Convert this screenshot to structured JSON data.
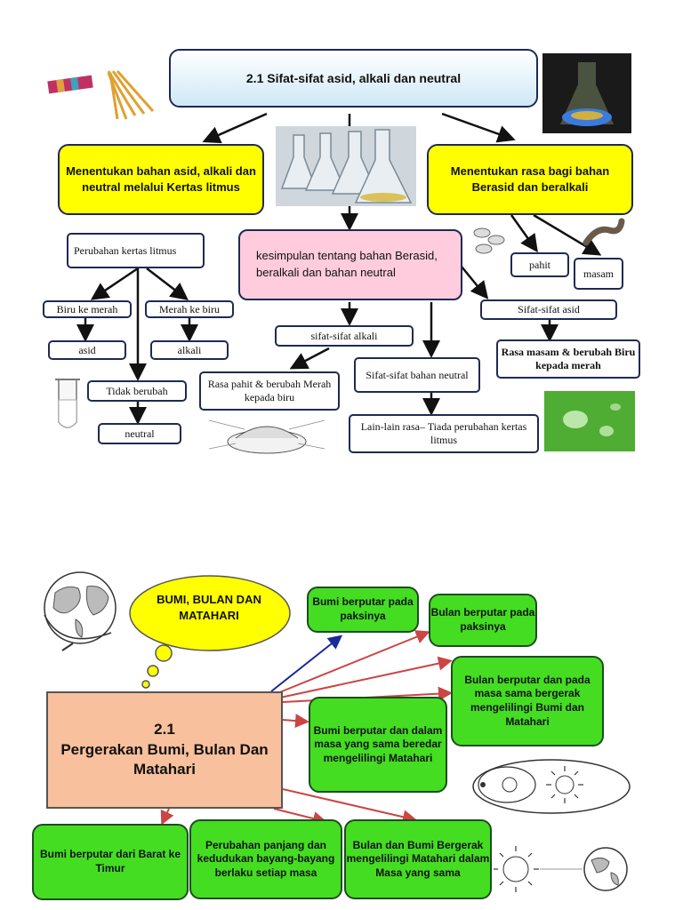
{
  "diagram1": {
    "title": "2.1 Sifat-sifat asid, alkali dan neutral",
    "left_branch": "Menentukan bahan asid, alkali dan neutral melalui Kertas litmus",
    "right_branch": "Menentukan rasa bagi bahan Berasid dan beralkali",
    "conclusion": "kesimpulan tentang bahan Berasid, beralkali dan bahan neutral",
    "litmus_change": "Perubahan kertas litmus",
    "blue_to_red": "Biru ke merah",
    "red_to_blue": "Merah ke biru",
    "acid": "asid",
    "alkali": "alkali",
    "no_change": "Tidak berubah",
    "neutral": "neutral",
    "bitter": "pahit",
    "sour": "masam",
    "acid_props": "Sifat-sifat asid",
    "acid_props_desc": "Rasa masam & berubah Biru kepada merah",
    "alkali_props": "sifat-sifat alkali",
    "alkali_props_desc": "Rasa pahit & berubah Merah kepada biru",
    "neutral_props": "Sifat-sifat bahan neutral",
    "neutral_props_desc": "Lain-lain rasa– Tiada perubahan kertas litmus"
  },
  "diagram2": {
    "cloud_title": "BUMI, BULAN DAN MATAHARI",
    "center_number": "2.1",
    "center_title": "Pergerakan Bumi, Bulan Dan Matahari",
    "box1": "Bumi berputar pada paksinya",
    "box2": "Bulan berputar pada paksinya",
    "box3": "Bulan berputar dan pada masa sama bergerak mengelilingi Bumi dan Matahari",
    "box4": "Bumi berputar dan dalam masa yang sama beredar mengelilingi Matahari",
    "box5": "Bumi berputar dari Barat ke Timur",
    "box6": "Perubahan panjang dan kedudukan bayang-bayang berlaku setiap masa",
    "box7": "Bulan dan Bumi Bergerak mengelilingi Matahari dalam Masa yang sama"
  },
  "colors": {
    "navy": "#1f2a52",
    "yellow": "#ffff00",
    "pink": "#ffccdd",
    "green": "#44dd22",
    "orange": "#f8c09c",
    "arrow_red": "#cc4444",
    "arrow_blue": "#1a2a9a"
  }
}
